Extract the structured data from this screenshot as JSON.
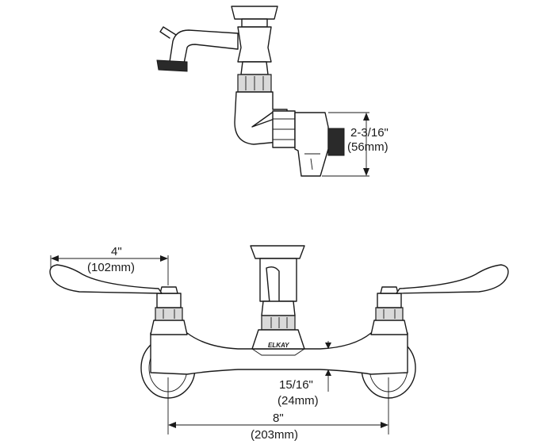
{
  "dimensions": {
    "side_height": {
      "imperial": "2-3/16\"",
      "metric": "(56mm)"
    },
    "handle_length": {
      "imperial": "4\"",
      "metric": "(102mm)"
    },
    "spout_offset": {
      "imperial": "15/16\"",
      "metric": "(24mm)"
    },
    "center_spread": {
      "imperial": "8\"",
      "metric": "(203mm)"
    }
  },
  "brand_mark": "ELKAY"
}
